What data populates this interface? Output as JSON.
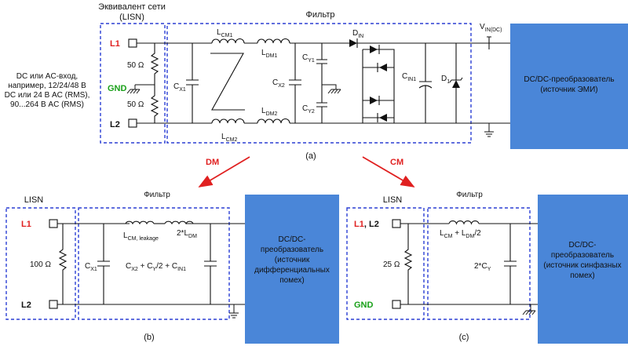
{
  "top": {
    "lisn_title_1": "Эквивалент сети",
    "lisn_title_2": "(LISN)",
    "filter_title": "Фильтр",
    "input_note_1": "DC или AC-вход,",
    "input_note_2": "например, 12/24/48 В",
    "input_note_3": "DC или 24 В AC (RMS),",
    "input_note_4": "90...264 В AC (RMS)",
    "l1": "L1",
    "gnd": "GND",
    "l2": "L2",
    "r1": "50 Ω",
    "r2": "50 Ω",
    "cx1": "C",
    "cx1_sub": "X1",
    "lcm1": "L",
    "lcm1_sub": "CM1",
    "ldm1": "L",
    "ldm1_sub": "DM1",
    "lcm2": "L",
    "lcm2_sub": "CM2",
    "ldm2": "L",
    "ldm2_sub": "DM2",
    "cx2": "C",
    "cx2_sub": "X2",
    "cy1": "C",
    "cy1_sub": "Y1",
    "cy2": "C",
    "cy2_sub": "Y2",
    "din": "D",
    "din_sub": "IN",
    "cin1": "C",
    "cin1_sub": "IN1",
    "d1": "D",
    "d1_sub": "1",
    "vin": "V",
    "vin_sub": "IN(DC)",
    "converter_1": "DC/DC-преобразователь",
    "converter_2": "(источник ЭМИ)",
    "caption": "(a)"
  },
  "arrows": {
    "dm": "DM",
    "cm": "CM",
    "color": "#e02020"
  },
  "bottom_left": {
    "lisn_title": "LISN",
    "filter_title": "Фильтр",
    "l1": "L1",
    "l2": "L2",
    "r": "100 Ω",
    "cx1": "C",
    "cx1_sub": "X1",
    "lcm": "L",
    "lcm_sub": "CM, leakage",
    "ldm": "2*L",
    "ldm_sub": "DM",
    "ceq_1": "C",
    "ceq_1_sub": "X2",
    "ceq_2": " + C",
    "ceq_2_sub": "Y",
    "ceq_3": "/2 + C",
    "ceq_3_sub": "IN1",
    "converter_1": "DC/DC-",
    "converter_2": "преобразователь",
    "converter_3": "(источник",
    "converter_4": "дифференциальных",
    "converter_5": "помех)",
    "caption": "(b)"
  },
  "bottom_right": {
    "lisn_title": "LISN",
    "filter_title": "Фильтр",
    "l1": "L1",
    "l2_sep": ", ",
    "l2": "L2",
    "gnd": "GND",
    "r": "25 Ω",
    "lcm_1": "L",
    "lcm_1_sub": "CM",
    "lcm_2": " + L",
    "lcm_2_sub": "DM",
    "lcm_3": "/2",
    "cy": "2*C",
    "cy_sub": "Y",
    "converter_1": "DC/DC-",
    "converter_2": "преобразователь",
    "converter_3": "(источник синфазных",
    "converter_4": "помех)",
    "caption": "(c)"
  },
  "colors": {
    "dashed_box": "#2b3fd4",
    "block": "#4a86d8",
    "l_label": "#e02020",
    "gnd_label": "#19a019"
  }
}
